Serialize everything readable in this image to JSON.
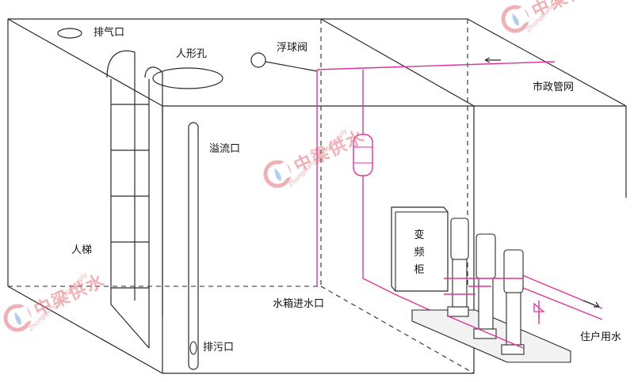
{
  "labels": {
    "vent": "排气口",
    "manhole": "人形孔",
    "float_valve": "浮球阀",
    "municipal_network": "市政管网",
    "overflow": "溢流口",
    "ladder": "人梯",
    "inverter_cabinet": "变频柜",
    "tank_inlet": "水箱进水口",
    "drain": "排污口",
    "household_water": "住户用水"
  },
  "watermark": {
    "brand_cn": "中梁供水",
    "brand_en": "ZhongLiang WaterSupply"
  },
  "colors": {
    "line": "#2a2a2a",
    "pipe": "#e0339a",
    "watermark": "#e3737b"
  }
}
